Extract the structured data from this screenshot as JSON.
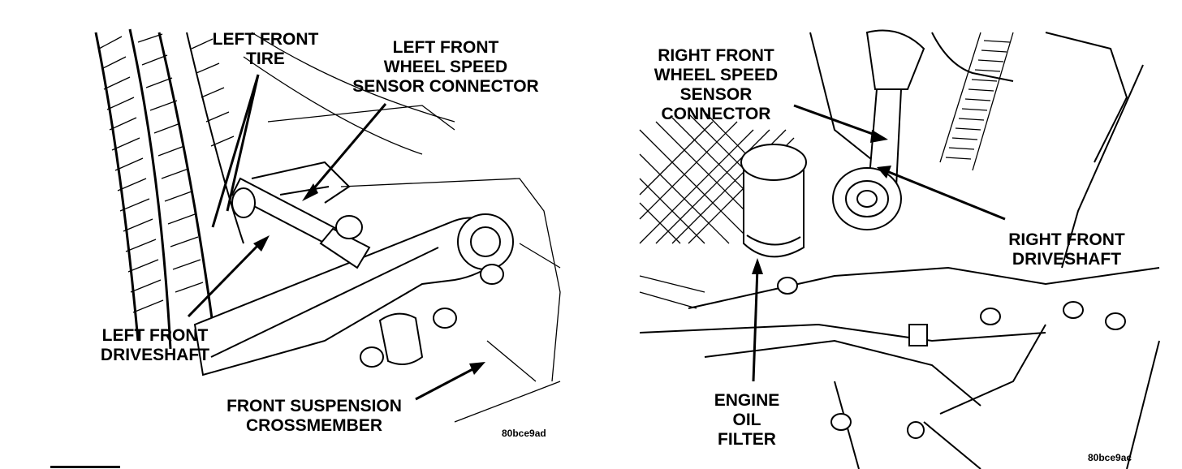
{
  "left_panel": {
    "labels": {
      "left_front_tire": [
        "LEFT FRONT",
        "TIRE"
      ],
      "left_front_wheel_speed_sensor_connector": [
        "LEFT FRONT",
        "WHEEL SPEED",
        "SENSOR CONNECTOR"
      ],
      "left_front_driveshaft": [
        "LEFT FRONT",
        "DRIVESHAFT"
      ],
      "front_suspension_crossmember": [
        "FRONT SUSPENSION",
        "CROSSMEMBER"
      ]
    },
    "code": "80bce9ad"
  },
  "right_panel": {
    "labels": {
      "right_front_wheel_speed_sensor_connector": [
        "RIGHT FRONT",
        "WHEEL SPEED",
        "SENSOR",
        "CONNECTOR"
      ],
      "right_front_driveshaft": [
        "RIGHT FRONT",
        "DRIVESHAFT"
      ],
      "engine_oil_filter": [
        "ENGINE",
        "OIL",
        "FILTER"
      ]
    },
    "code": "80bce9ac"
  },
  "colors": {
    "ink": "#000000",
    "paper": "#ffffff"
  }
}
